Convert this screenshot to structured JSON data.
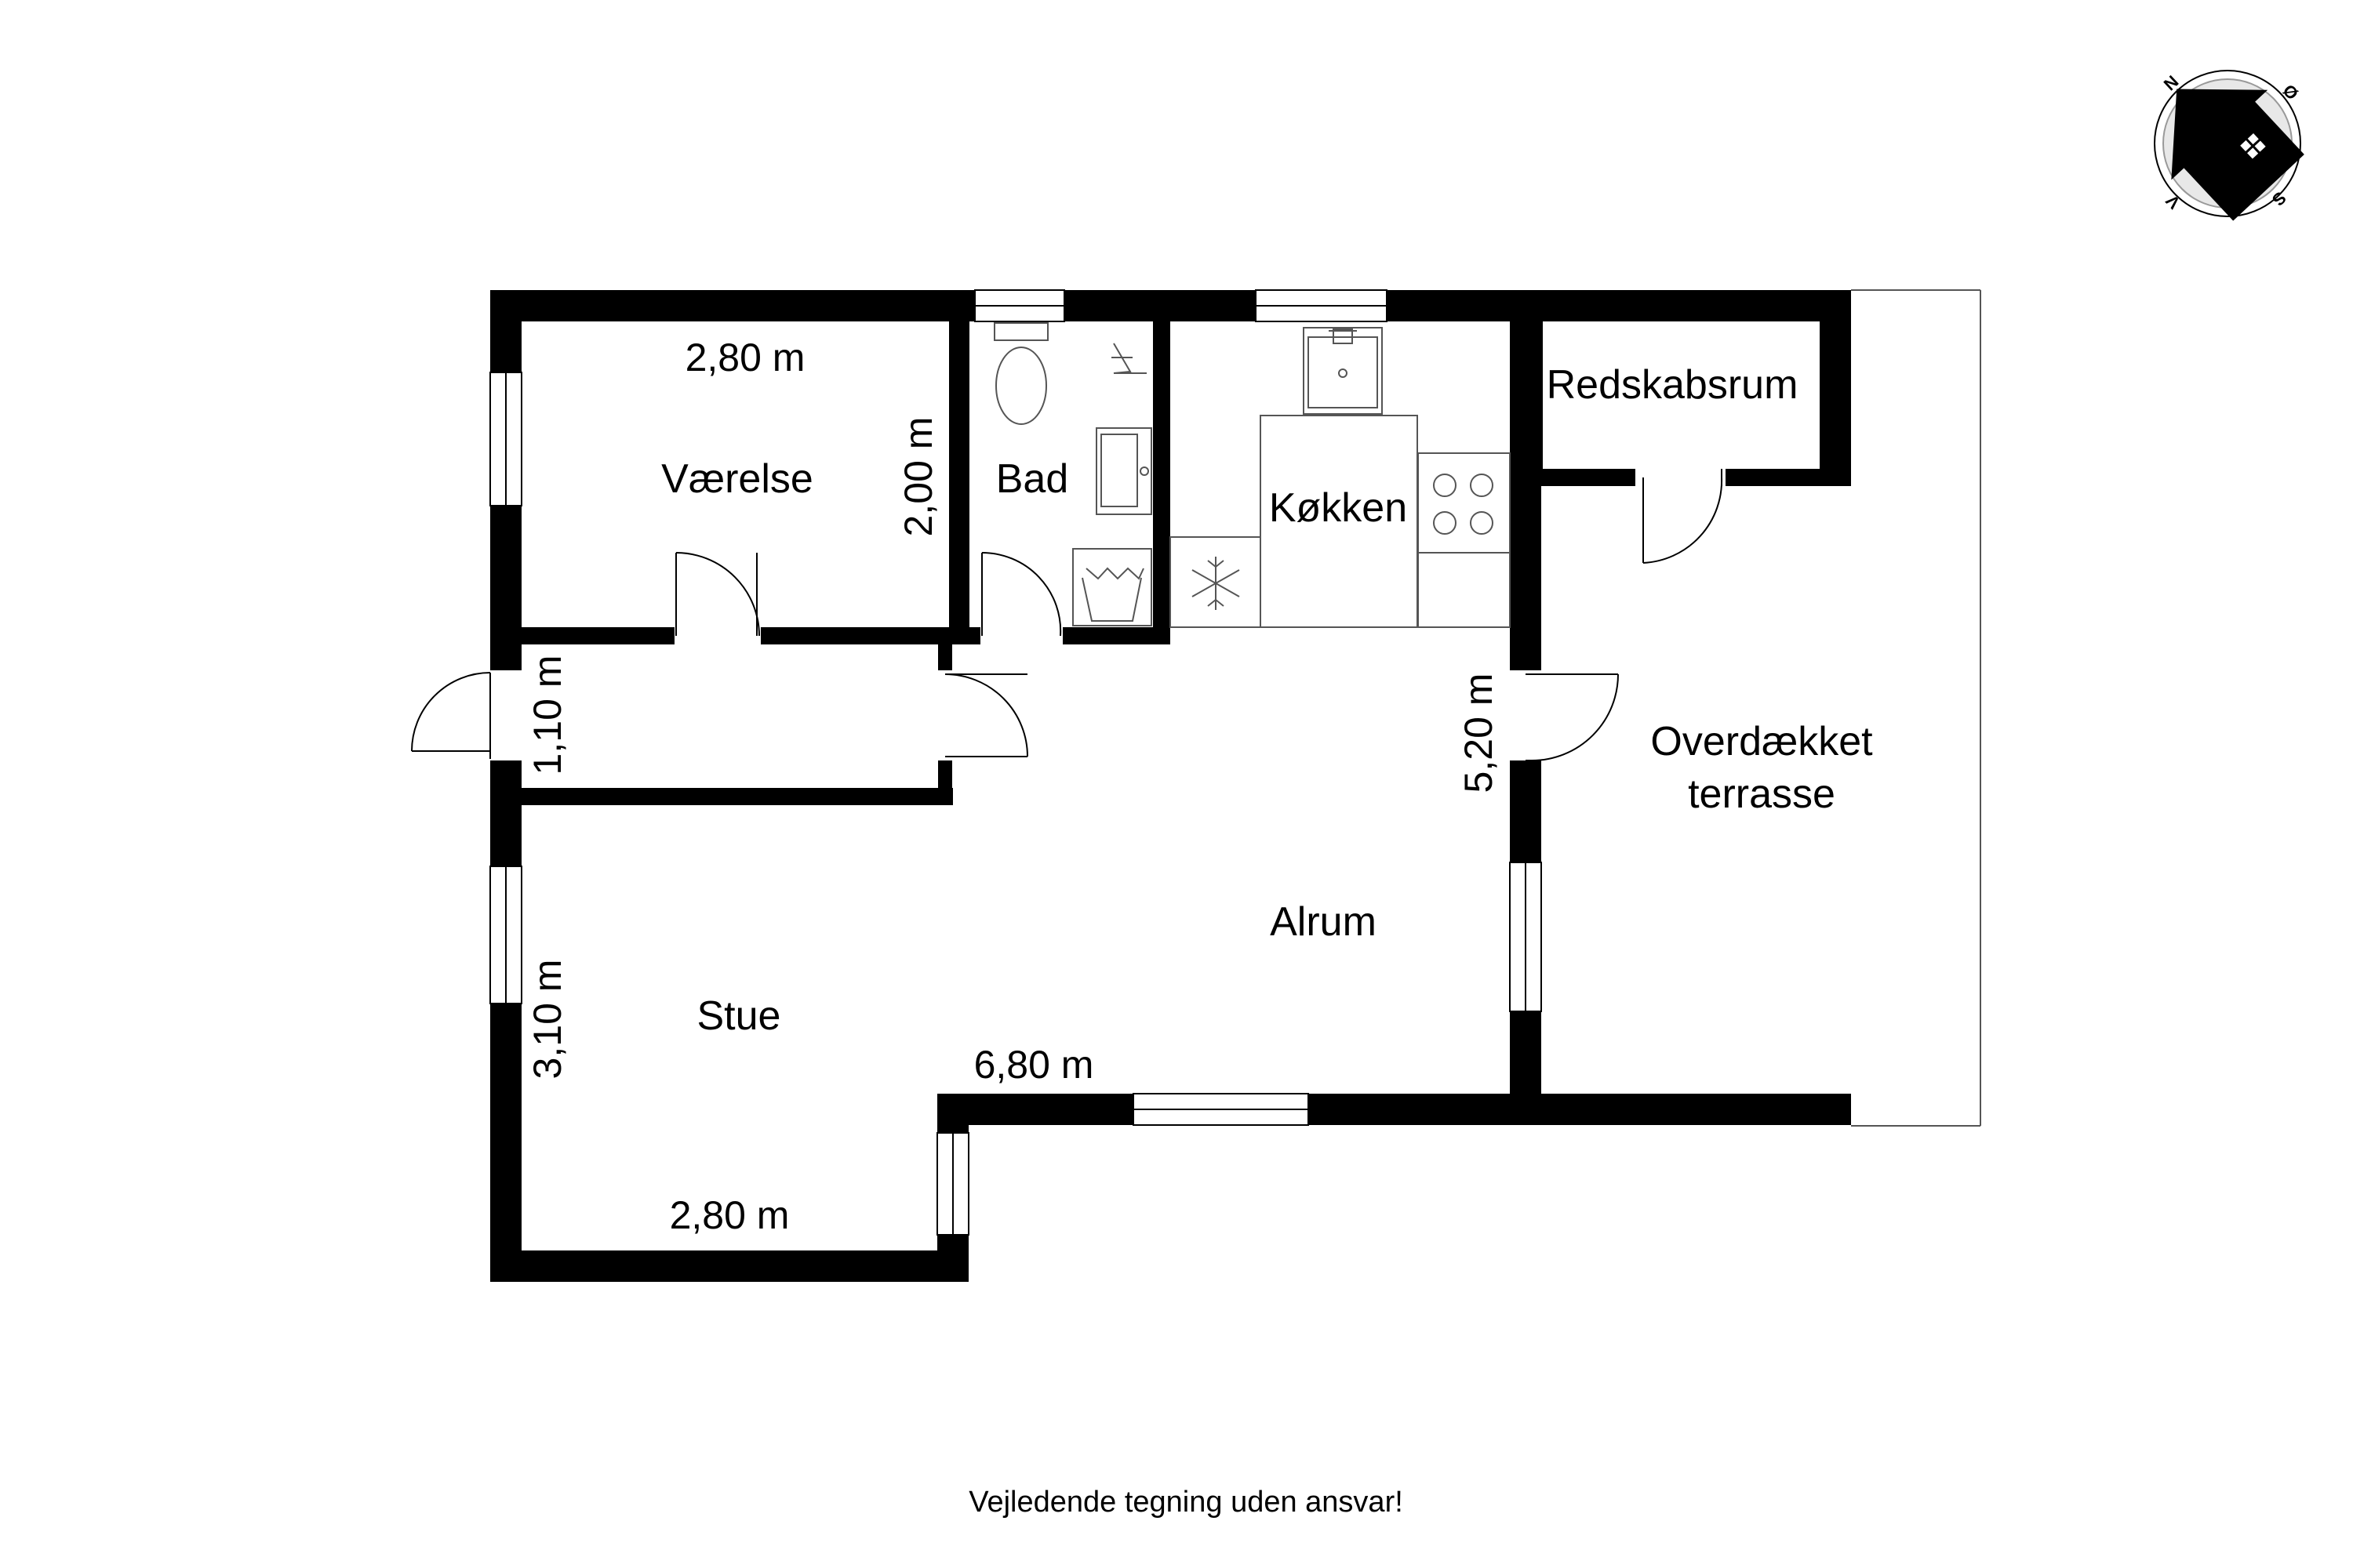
{
  "rooms": {
    "vaerelse": "Værelse",
    "bad": "Bad",
    "kokken": "Køkken",
    "redskabsrum": "Redskabsrum",
    "terrasse_line1": "Overdækket",
    "terrasse_line2": "terrasse",
    "alrum": "Alrum",
    "stue": "Stue"
  },
  "dimensions": {
    "vaerelse_width": "2,80 m",
    "vaerelse_depth": "2,00 m",
    "hall_depth": "1,10 m",
    "alrum_depth": "5,20 m",
    "stue_depth": "3,10 m",
    "alrum_width": "6,80 m",
    "stue_width": "2,80 m"
  },
  "compass": {
    "north": "N",
    "east": "Ø",
    "south": "S",
    "west": "V"
  },
  "footer": {
    "disclaimer": "Vejledende tegning uden ansvar!"
  }
}
